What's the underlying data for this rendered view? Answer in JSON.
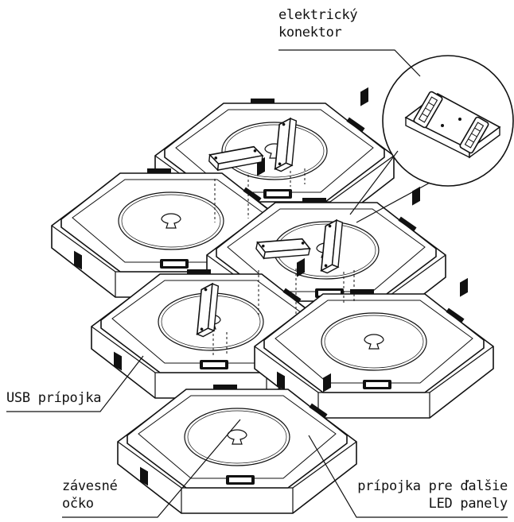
{
  "labels": {
    "electric_connector": {
      "line1": "elektrický",
      "line2": "konektor"
    },
    "usb_port": {
      "text": "USB prípojka"
    },
    "hanging_loop": {
      "line1": "závesné",
      "line2": "očko"
    },
    "led_port": {
      "line1": "prípojka pre ďalšie",
      "line2": "LED panely"
    }
  },
  "colors": {
    "stroke": "#111111",
    "background": "#ffffff",
    "label": "#111111"
  }
}
